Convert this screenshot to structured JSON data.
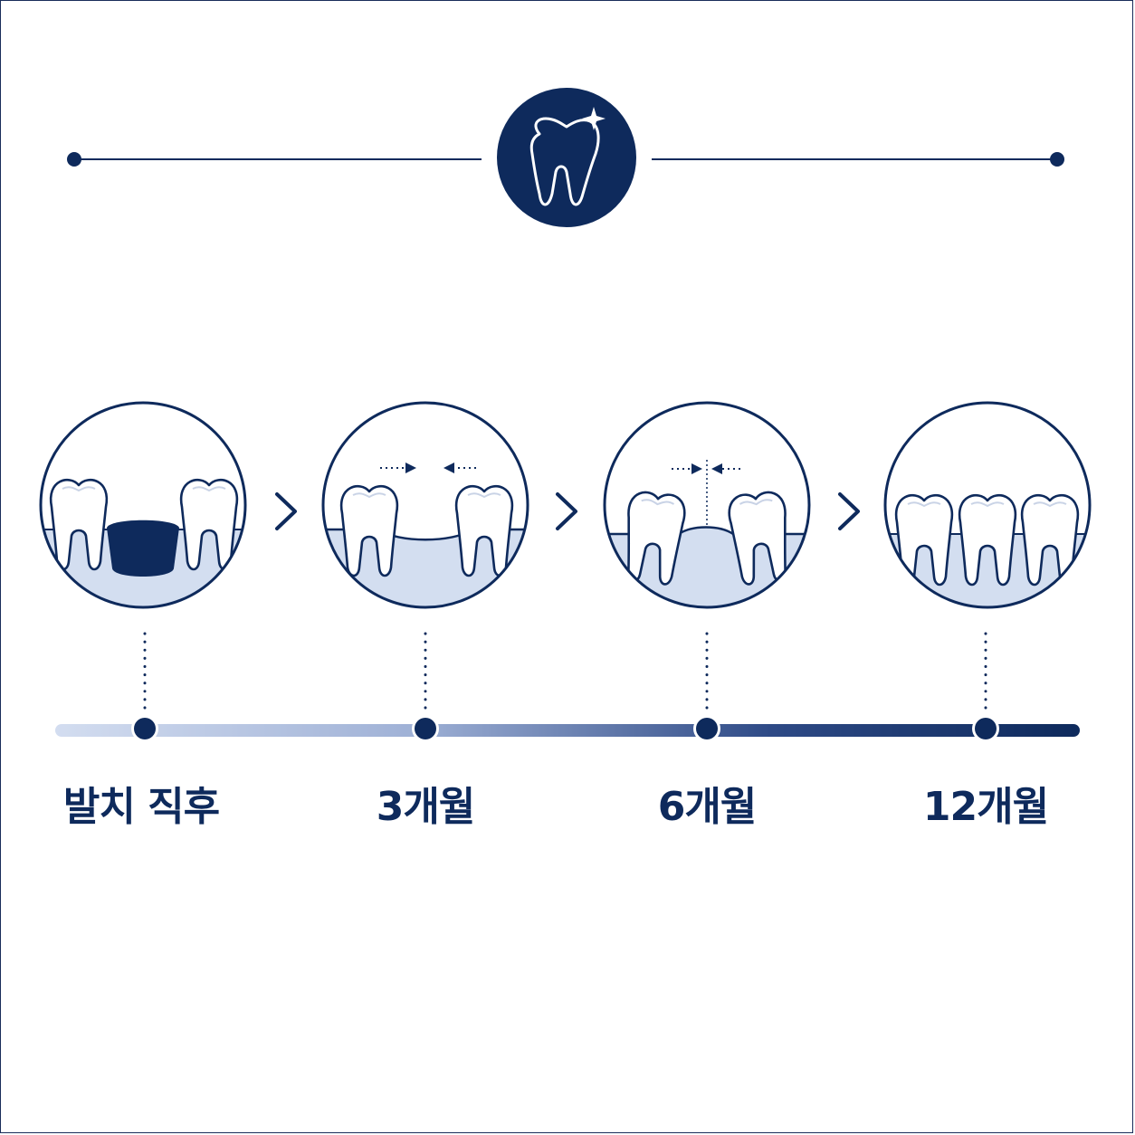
{
  "colors": {
    "navy": "#0e2a5c",
    "gum": "#d3def0",
    "tooth": "#ffffff",
    "track_start": "#d3ddf0",
    "track_end": "#0e2a5c"
  },
  "header": {
    "icon": "sparkling-tooth-icon"
  },
  "stages": [
    {
      "label": "발치 직후",
      "scene": "extraction-socket"
    },
    {
      "label": "3개월",
      "scene": "teeth-drifting"
    },
    {
      "label": "6개월",
      "scene": "teeth-tilting"
    },
    {
      "label": "12개월",
      "scene": "gap-closed"
    }
  ],
  "connector_icon": "chevron-right-icon"
}
